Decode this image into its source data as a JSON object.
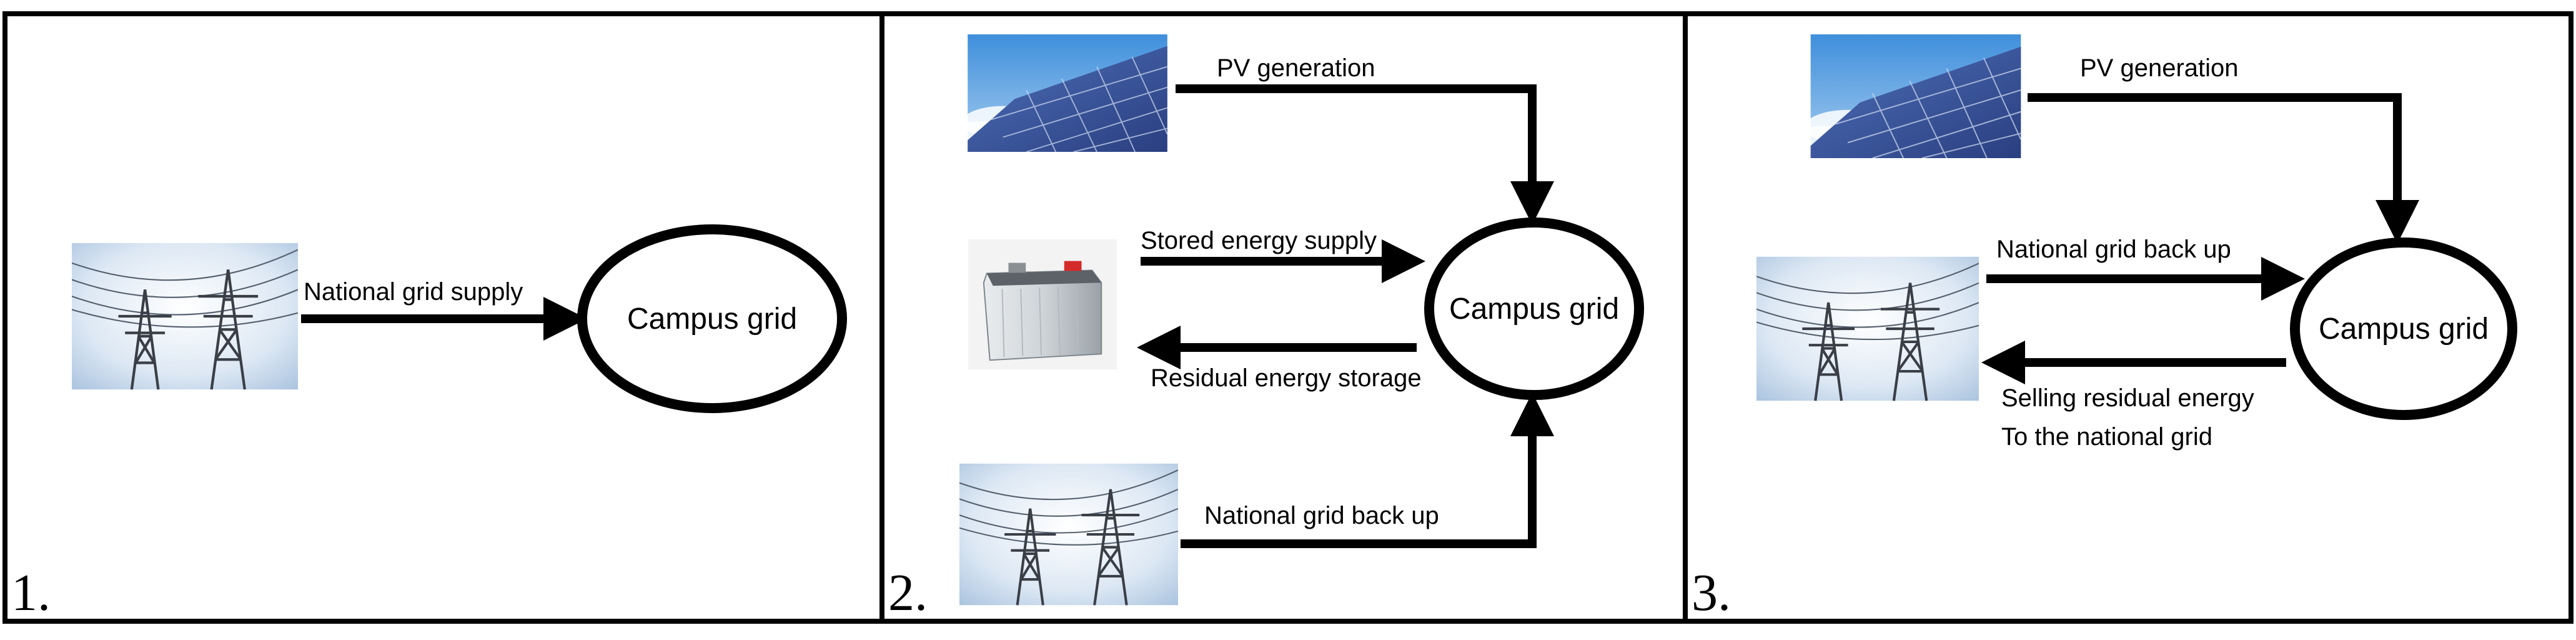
{
  "panels": [
    {
      "number": "1.",
      "center": "Campus grid",
      "flows": [
        "National grid supply"
      ]
    },
    {
      "number": "2.",
      "center": "Campus grid",
      "flows": [
        "PV generation",
        "Stored energy supply",
        "Residual energy storage",
        "National grid back up"
      ]
    },
    {
      "number": "3.",
      "center": "Campus grid",
      "flows": [
        "PV generation",
        "National grid back up",
        "Selling residual energy",
        "To the national grid"
      ]
    }
  ],
  "colors": {
    "border": "#000000",
    "sky_top": "#3f8fdc",
    "sky_pale": "#dde8f4",
    "solar_panel": "#2f4e96",
    "pylon": "#3a3f47",
    "battery_body": "#cfd4d8",
    "battery_terminal_red": "#d42a2a"
  },
  "icons": [
    "solar-panel-photo-icon",
    "power-pylon-photo-icon",
    "battery-photo-icon"
  ]
}
